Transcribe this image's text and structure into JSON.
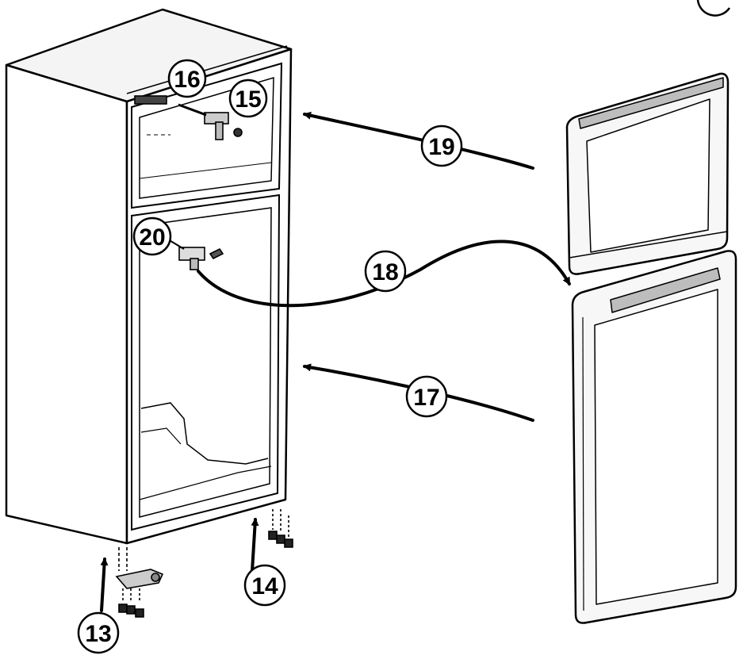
{
  "callouts": {
    "c13": "13",
    "c14": "14",
    "c15": "15",
    "c16": "16",
    "c17": "17",
    "c18": "18",
    "c19": "19",
    "c20": "20"
  },
  "colors": {
    "line": "#000000",
    "body": "#ffffff",
    "shade": "#e6e6e6"
  }
}
